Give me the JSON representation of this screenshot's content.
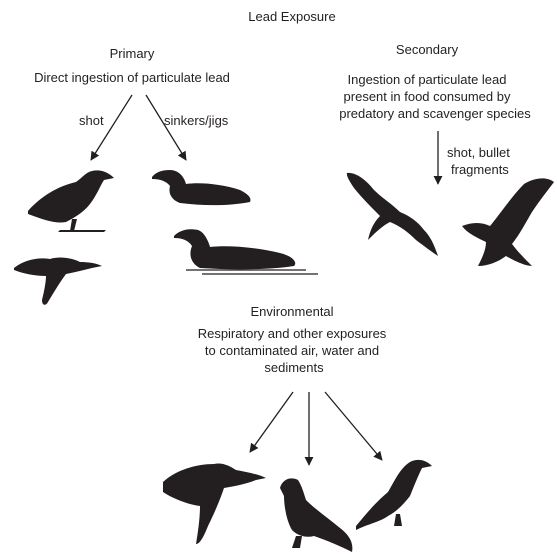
{
  "title": "Lead Exposure",
  "primary": {
    "heading": "Primary",
    "description": "Direct ingestion of particulate lead",
    "arrow_left_label": "shot",
    "arrow_right_label": "sinkers/jigs"
  },
  "secondary": {
    "heading": "Secondary",
    "description_lines": [
      "Ingestion of particulate lead",
      "present in food consumed by",
      "predatory and scavenger species"
    ],
    "arrow_label_lines": [
      "shot, bullet",
      "fragments"
    ]
  },
  "environmental": {
    "heading": "Environmental",
    "description_lines": [
      "Respiratory and other exposures",
      "to contaminated air, water and",
      "sediments"
    ]
  },
  "colors": {
    "ink": "#231f20",
    "background": "#ffffff"
  },
  "icons": [
    "crow-silhouette",
    "duck-silhouette",
    "loon-silhouette",
    "loon-silhouette",
    "goose-silhouette",
    "eagle-silhouette",
    "eagle-silhouette",
    "goose-silhouette",
    "pigeon-silhouette",
    "crow-silhouette"
  ]
}
